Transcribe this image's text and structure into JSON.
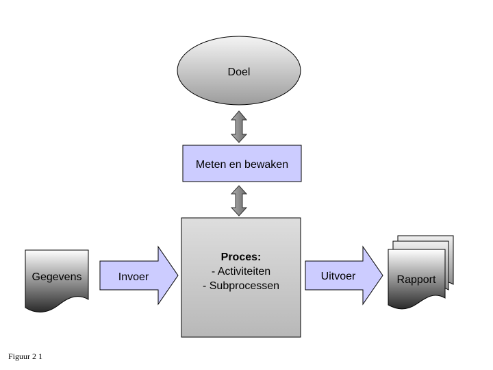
{
  "diagram": {
    "goal": "Doel",
    "monitor": "Meten en bewaken",
    "process": {
      "title": "Proces:",
      "line1": "- Activiteiten",
      "line2": "- Subprocessen"
    },
    "input_data": "Gegevens",
    "input_arrow": "Invoer",
    "output_arrow": "Uitvoer",
    "report": "Rapport"
  },
  "caption": "Figuur 2 1"
}
